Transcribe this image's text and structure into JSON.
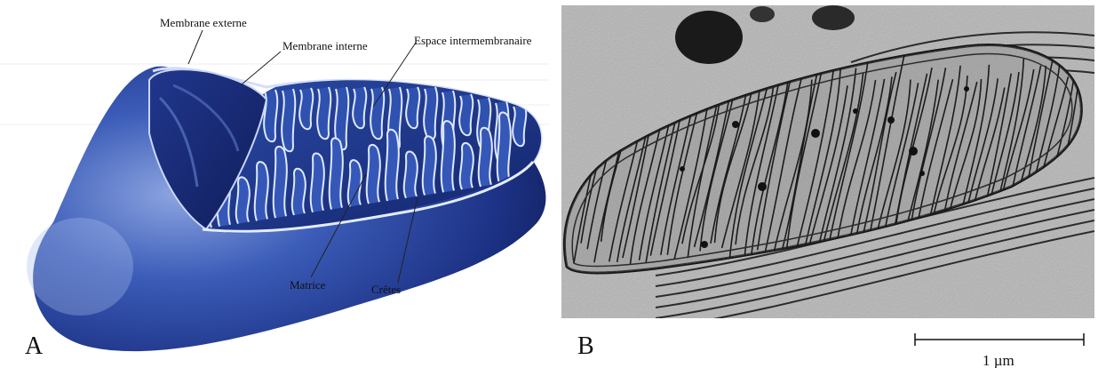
{
  "panel_a": {
    "letter": "A",
    "labels": {
      "outer_membrane": "Membrane externe",
      "inner_membrane": "Membrane interne",
      "intermembrane_space": "Espace intermembranaire",
      "matrix": "Matrice",
      "cristae": "Crêtes"
    },
    "colors": {
      "organelle_dark": "#0f1d56",
      "organelle_mid": "#27449a",
      "organelle_light": "#7d97d6",
      "cristae_highlight": "#dfe8ff"
    }
  },
  "panel_b": {
    "letter": "B",
    "scale_bar": {
      "label": "1 µm"
    },
    "colors": {
      "background_gray": "#b6b6b6",
      "membrane_dark": "#1d1d1d",
      "matrix_gray": "#a2a2a2"
    }
  }
}
